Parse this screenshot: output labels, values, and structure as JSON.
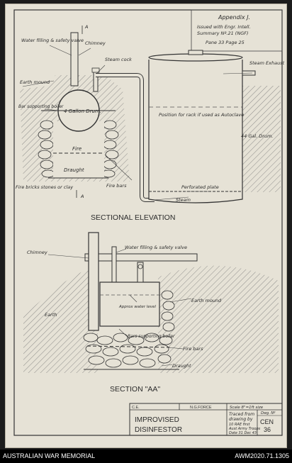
{
  "appendix": {
    "title": "Appendix J.",
    "line1": "Issued with Engr. Intell.",
    "line2": "Summary Nº.21 (NGF)",
    "line3": "Pane 33 Page 25"
  },
  "elevation": {
    "title": "SECTIONAL  ELEVATION",
    "labels": {
      "water_filling": "Water filling & safety valve",
      "chimney": "Chimney",
      "steam_cock": "Steam cock",
      "earth_mound": "Earth mound",
      "bar_supporting_boiler": "Bar supporting boiler",
      "drum": "4 Gallon Drum.",
      "fire": "Fire",
      "draught": "Draught",
      "fire_bricks": "Fire bricks stones or clay",
      "fire_bars": "Fire bars",
      "section_a_top": "A",
      "section_a_bottom": "A",
      "steam_exhaust": "Steam Exhaust",
      "rack_position": "Position for rack if used as Autoclave",
      "gal_drum_44": "44 Gal. Drum.",
      "perforated_plate": "Perforated plate",
      "steam": "Steam"
    }
  },
  "section_aa": {
    "title": "SECTION \"AA\"",
    "labels": {
      "water_filling": "Water filling & safety valve",
      "chimney": "Chimney",
      "earth": "Earth",
      "earth_mound": "Earth mound",
      "water_level": "Approx water level",
      "bars_supporting": "Bars supporting boiler",
      "fire_bars": "Fire bars",
      "draught": "Draught"
    }
  },
  "title_block": {
    "ce": "C.E.",
    "force": "N.G.FORCE",
    "scale": "Scale 8\"=1ft size",
    "dwg_label": "Dwg. Nº",
    "title_line1": "IMPROVISED",
    "title_line2": "DISINFESTOR",
    "traced1": "Traced from",
    "traced2": "drawing by",
    "traced3": "10 RAE first",
    "traced4": "Aust Army Troops",
    "date": "Date 31 Dec 43",
    "dwg_number1": "CEN",
    "dwg_number2": "36"
  },
  "footer": {
    "left": "AUSTRALIAN WAR MEMORIAL",
    "right": "AWM2020.71.1305"
  }
}
